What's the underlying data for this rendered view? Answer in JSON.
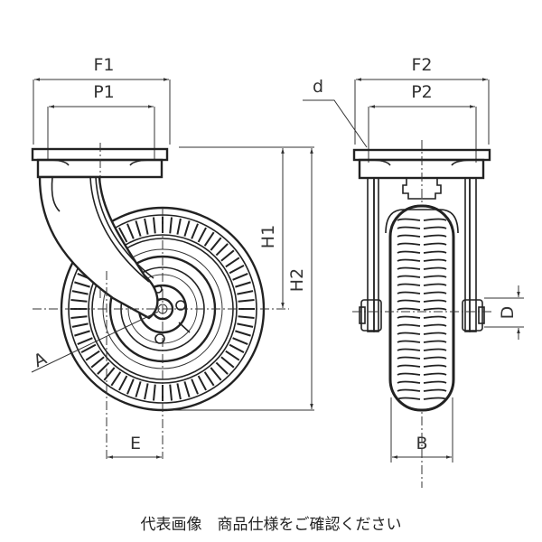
{
  "figure": {
    "title": "Caster dimensional drawing",
    "side_view": {
      "labels": {
        "F1": "F1",
        "P1": "P1",
        "H1": "H1",
        "H2": "H2",
        "A": "A",
        "E": "E"
      }
    },
    "front_view": {
      "labels": {
        "F2": "F2",
        "P2": "P2",
        "d": "d",
        "D": "D",
        "B": "B"
      }
    },
    "colors": {
      "line": "#222222",
      "background": "#ffffff"
    }
  },
  "caption": "代表画像　商品仕様をご確認ください"
}
